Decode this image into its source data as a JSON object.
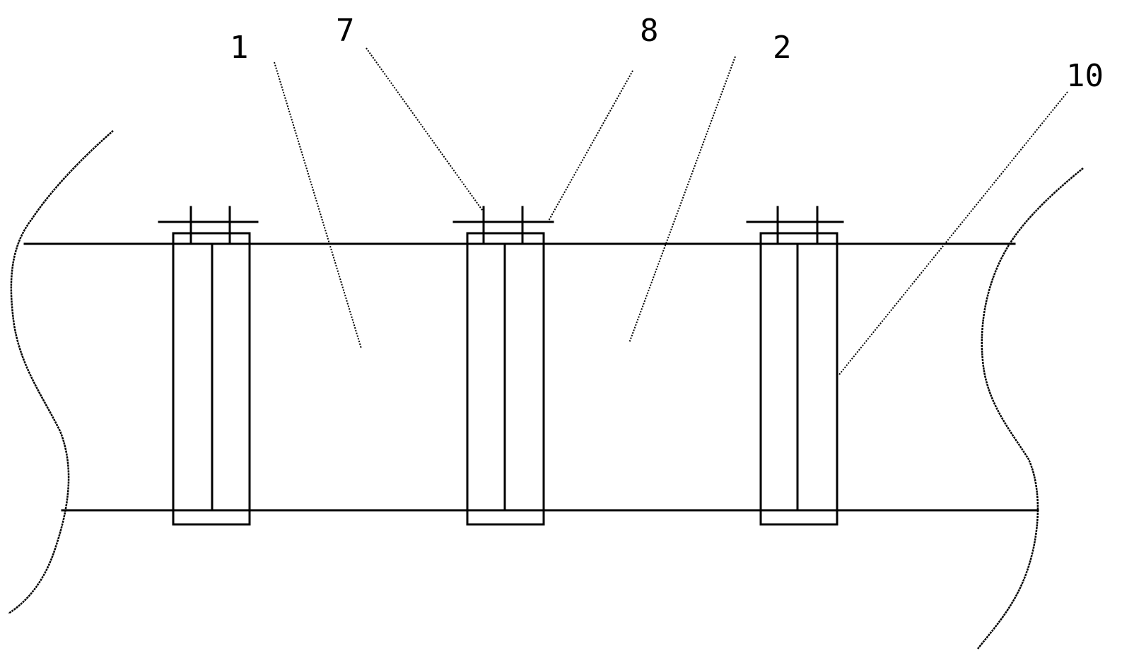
{
  "labels": {
    "l1": "1",
    "l7": "7",
    "l8": "8",
    "l2": "2",
    "l10": "10"
  },
  "colors": {
    "line": "#000000",
    "background": "#ffffff"
  }
}
